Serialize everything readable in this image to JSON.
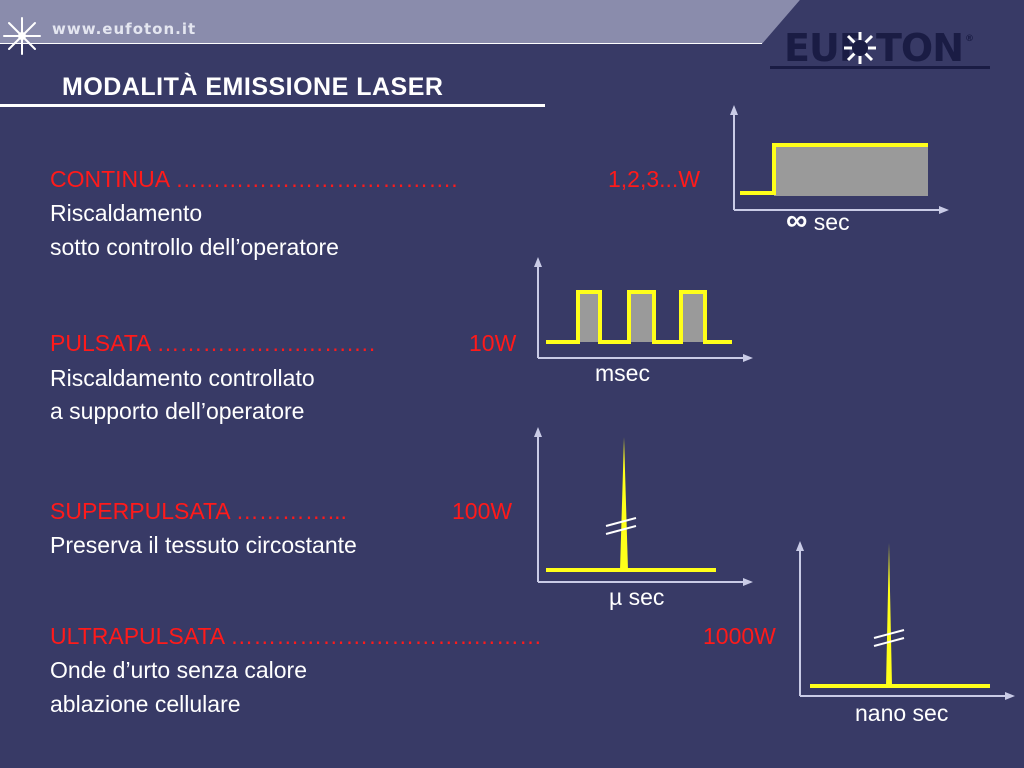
{
  "header": {
    "website": "www.eufoton.it",
    "logo_text": "EUF TON",
    "logo_trademark": "®"
  },
  "title": "MODALITÀ  EMISSIONE  LASER",
  "modes": [
    {
      "name": "CONTINUA",
      "dots": "……………………………….",
      "power": "1,2,3...W",
      "line1": "Riscaldamento",
      "line2": "sotto controllo dell’operatore",
      "time_symbol": "∞",
      "time_unit": "sec"
    },
    {
      "name": "PULSATA",
      "dots": "……………….…….…",
      "power": "10W",
      "line1": "Riscaldamento controllato",
      "line2": "a supporto dell’operatore",
      "time_unit": "msec"
    },
    {
      "name": "SUPERPULSATA",
      "dots": "…………...",
      "power": "100W",
      "line1": "Preserva il tessuto circostante",
      "time_unit": "µ sec"
    },
    {
      "name": "ULTRAPULSATA",
      "dots": "…………………………..………",
      "power": "1000W",
      "line1": "Onde d’urto senza calore",
      "line2": "ablazione cellulare",
      "time_unit": "nano sec"
    }
  ],
  "colors": {
    "background": "#383a66",
    "accent_red": "#ff1a1a",
    "signal_yellow": "#ffff1a",
    "pulse_fill": "#9a9a9a",
    "axis": "#c9cbe6"
  }
}
